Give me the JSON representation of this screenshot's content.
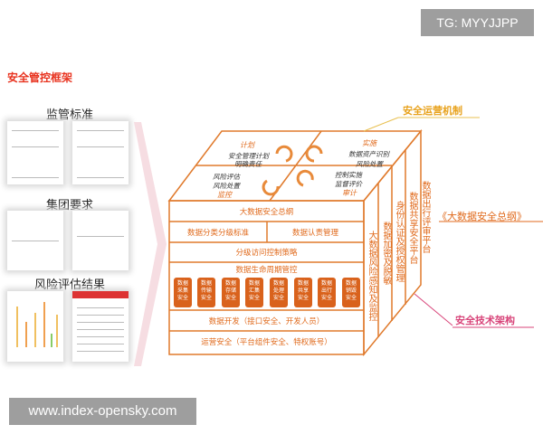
{
  "watermarks": {
    "top": "TG: MYYJJPP",
    "bottom": "www.index-opensky.com"
  },
  "left": {
    "title": "安全管控框架",
    "sections": [
      "监管标准",
      "集团要求",
      "风险评估结果"
    ]
  },
  "cube": {
    "top": {
      "plan": "计划",
      "plan_items": [
        "安全管理计划",
        "明确责任"
      ],
      "implement": "实施",
      "implement_items": [
        "数据资产识别",
        "风险处置"
      ],
      "monitor": "监控",
      "monitor_items": [
        "风险评估",
        "风险处置"
      ],
      "audit": "审计",
      "audit_items": [
        "控制实施",
        "监督评价"
      ]
    },
    "front": {
      "rows": [
        "大数据安全总纲",
        "数据分类分级标准",
        "数据认责管理",
        "分级访问控制策略",
        "数据生命周期管控",
        "数据开发（接口安全、开发人员）",
        "运营安全（平台组件安全、特权账号）"
      ],
      "lifecycle": [
        "数据采集安全",
        "数据传输安全",
        "数据存储安全",
        "数据汇集安全",
        "数据处理安全",
        "数据共享安全",
        "数据出行安全",
        "数据销毁安全"
      ]
    },
    "side": [
      "大数据风险感知及监控",
      "数据加密及脱敏",
      "身份认证及授权管理",
      "数据共享安全平台",
      "数据出行评审平台"
    ]
  },
  "labels": {
    "ops": "安全运营机制",
    "outline": "《大数据安全总纲》",
    "tech": "安全技术架构"
  },
  "colors": {
    "accent": "#e06a1c",
    "title_red": "#e8321e",
    "ops_gold": "#e8a21c",
    "tech_pink": "#d8457a"
  }
}
